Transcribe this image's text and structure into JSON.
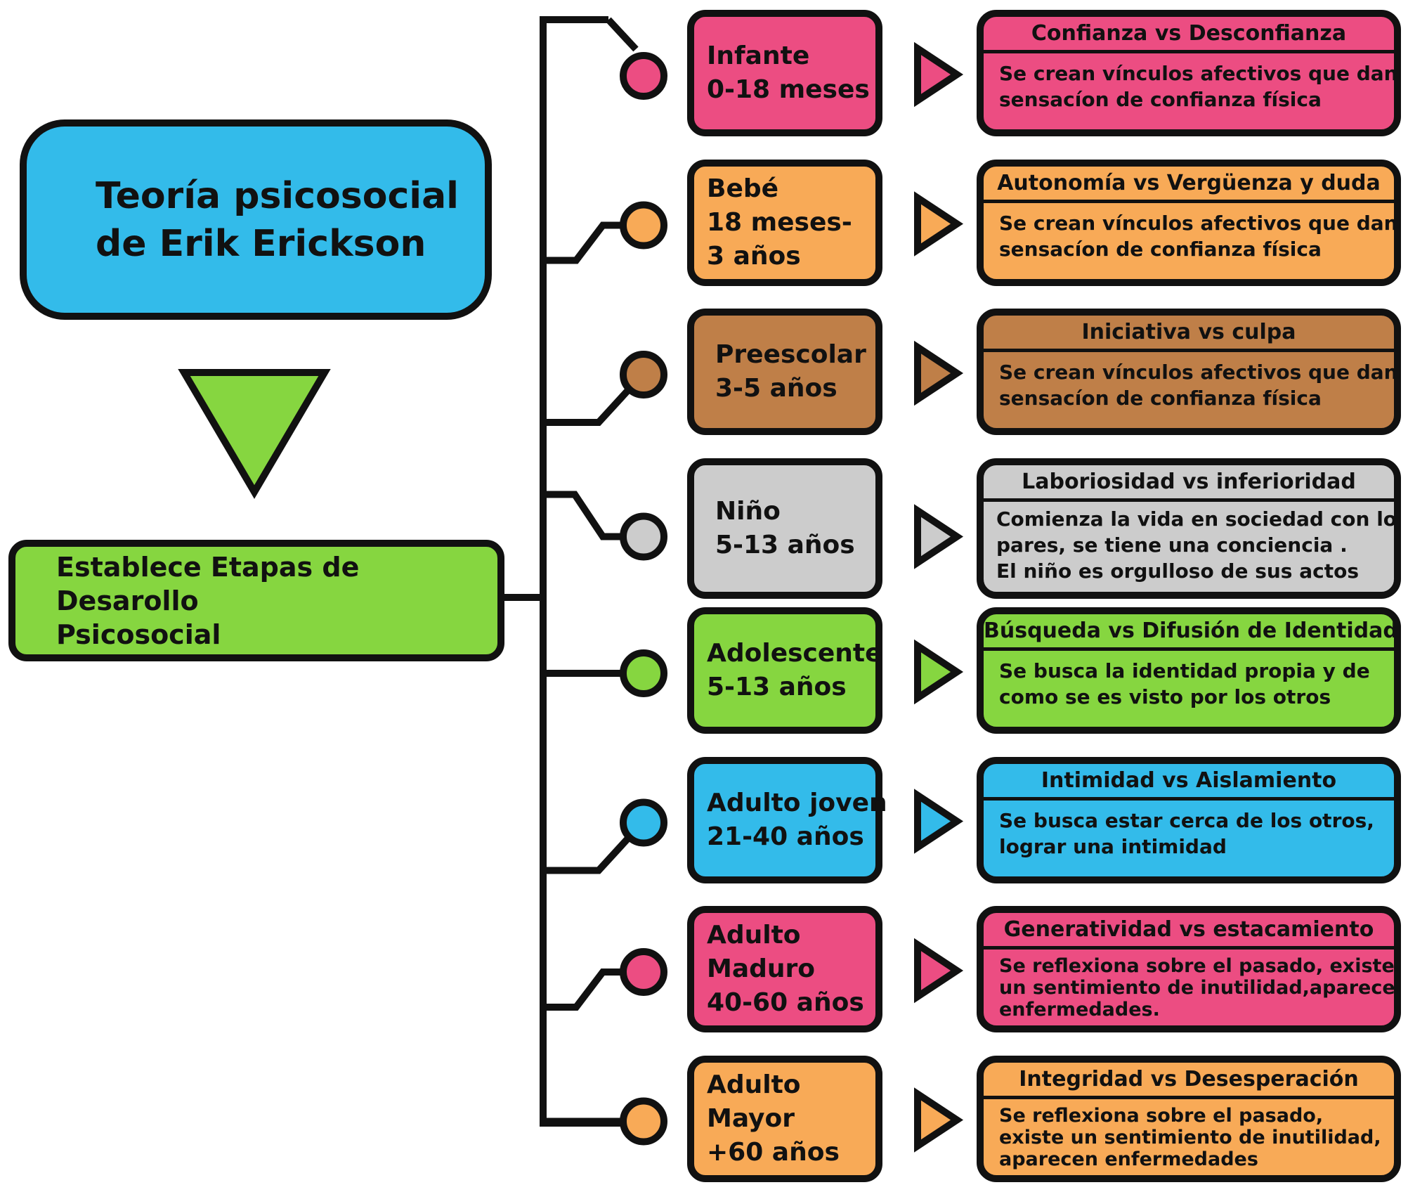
{
  "title": {
    "line1": "Teoría psicosocial",
    "line2": "de Erik Erickson",
    "color": "#33BBEA"
  },
  "establece": {
    "line1": "Establece Etapas de Desarollo",
    "line2": "Psicosocial",
    "color": "#86D640"
  },
  "arrow_color": "#86D640",
  "stages": [
    {
      "label": [
        "Infante",
        "0-18 meses"
      ],
      "color": "#EC4D82",
      "crisis": "Confianza vs Desconfianza",
      "description": [
        "Se crean vínculos afectivos que dan",
        "sensacíon de confianza física"
      ]
    },
    {
      "label": [
        "Bebé",
        "18 meses-",
        "3 años"
      ],
      "color": "#F8AA57",
      "crisis": "Autonomía vs Vergüenza y duda",
      "description": [
        "Se crean vínculos afectivos que dan",
        "sensacíon de confianza física"
      ]
    },
    {
      "label": [
        "Preescolar",
        "3-5 años"
      ],
      "color": "#BF7F48",
      "crisis": "Iniciativa vs culpa",
      "description": [
        "Se crean vínculos afectivos que dan",
        "sensacíon de confianza física"
      ]
    },
    {
      "label": [
        "Niño",
        "5-13 años"
      ],
      "color": "#CCCCCC",
      "crisis": "Laboriosidad vs inferioridad",
      "description": [
        "Comienza la vida en sociedad con los",
        "pares, se tiene una conciencia .",
        "El niño es orgulloso de sus actos"
      ]
    },
    {
      "label": [
        "Adolescente",
        "5-13 años"
      ],
      "color": "#86D640",
      "crisis": "Búsqueda vs Difusión de Identidad",
      "description": [
        "Se busca la identidad propia y de",
        "como se es visto por los otros"
      ]
    },
    {
      "label": [
        "Adulto joven",
        "21-40 años"
      ],
      "color": "#33BBEA",
      "crisis": "Intimidad vs Aislamiento",
      "description": [
        "Se busca estar cerca de los otros,",
        "lograr una intimidad"
      ]
    },
    {
      "label": [
        "Adulto",
        "Maduro",
        "40-60 años"
      ],
      "color": "#EC4D82",
      "crisis": "Generatividad vs estacamiento",
      "description": [
        "Se reflexiona sobre el pasado, existe",
        "un sentimiento de inutilidad,aparecen",
        "enfermedades."
      ]
    },
    {
      "label": [
        "Adulto",
        "Mayor",
        "+60 años"
      ],
      "color": "#F8AA57",
      "crisis": "Integridad vs Desesperación",
      "description": [
        "Se reflexiona sobre el pasado,",
        "existe un sentimiento de inutilidad,",
        "aparecen enfermedades"
      ]
    }
  ]
}
